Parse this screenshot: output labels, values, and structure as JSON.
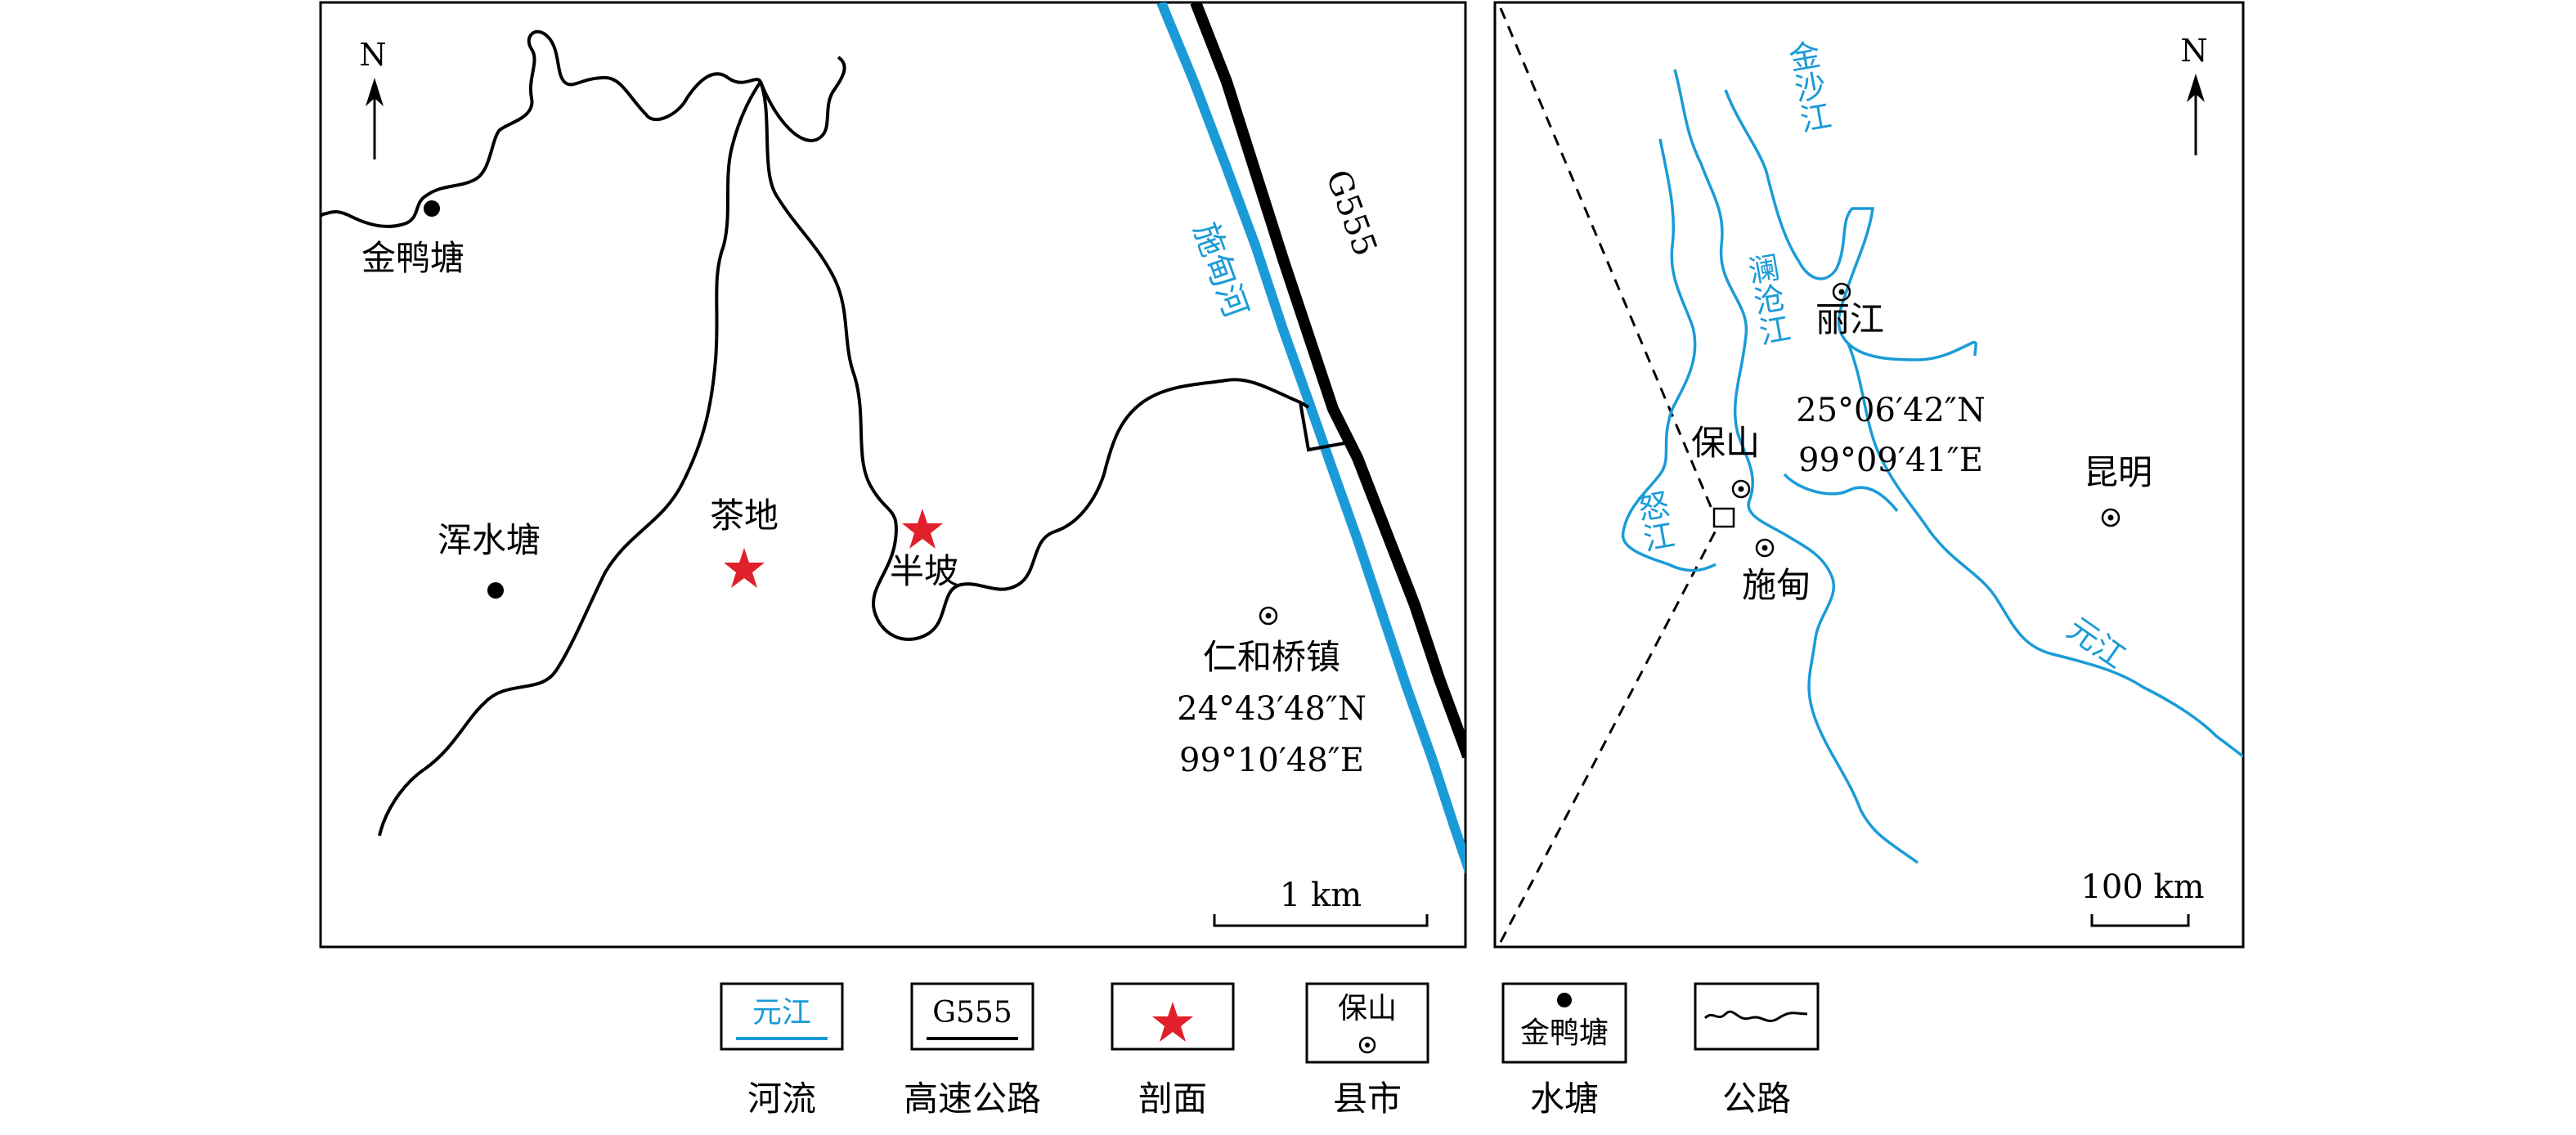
{
  "colors": {
    "river": "#1a9bd7",
    "road": "#000000",
    "highway": "#000000",
    "section_star": "#e0202a",
    "frame": "#000000",
    "background": "#ffffff"
  },
  "left_map": {
    "north_label": "N",
    "places": {
      "jinyatang": "金鸭塘",
      "hunshuitang": "浑水塘",
      "chadi": "茶地",
      "banpo": "半坡",
      "renheqiao": "仁和桥镇"
    },
    "coords": {
      "lat": "24°43′48″N",
      "lon": "99°10′48″E"
    },
    "river_label": "施甸河",
    "highway_label": "G555",
    "scale_label": "1 km"
  },
  "right_map": {
    "north_label": "N",
    "rivers": {
      "jinsha": "金沙江",
      "lancang": "澜沧江",
      "nu": "怒江",
      "yuan": "元江"
    },
    "cities": {
      "lijiang": "丽江",
      "baoshan": "保山",
      "shidian": "施甸",
      "kunming": "昆明"
    },
    "coords": {
      "lat": "25°06′42″N",
      "lon": "99°09′41″E"
    },
    "scale_label": "100 km"
  },
  "legend": {
    "river": {
      "sample": "元江",
      "caption": "河流"
    },
    "highway": {
      "sample": "G555",
      "caption": "高速公路"
    },
    "section": {
      "icon": "red-star",
      "caption": "剖面"
    },
    "county": {
      "sample": "保山",
      "caption": "县市"
    },
    "pond": {
      "sample": "金鸭塘",
      "caption": "水塘"
    },
    "road": {
      "icon": "wavy-line",
      "caption": "公路"
    }
  }
}
